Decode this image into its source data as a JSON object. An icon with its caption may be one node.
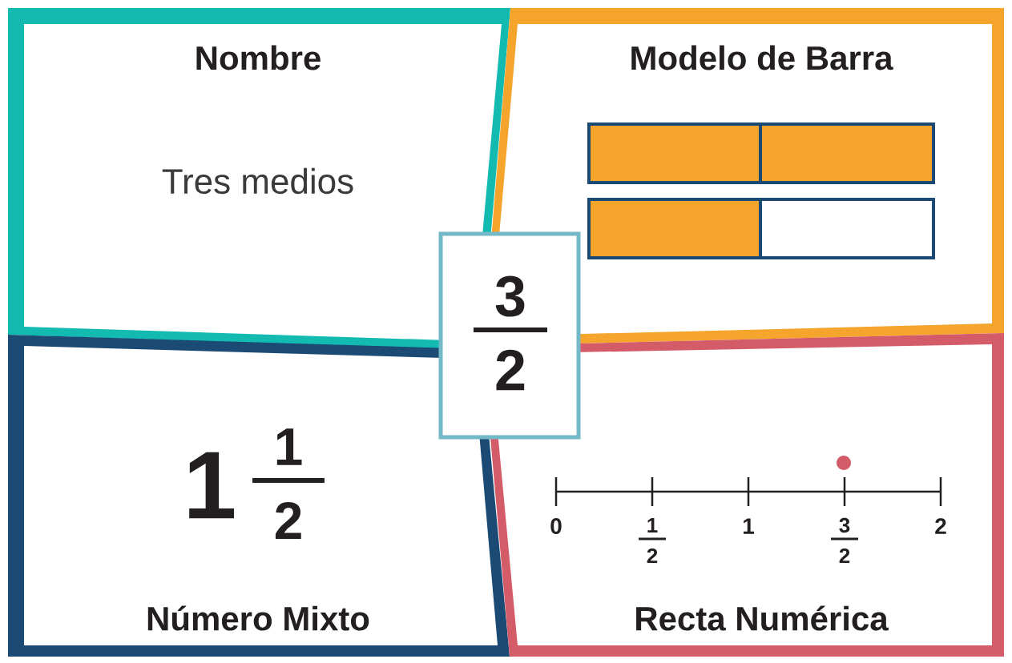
{
  "diagram": {
    "nodes": [
      {
        "text": [
          "Nombre",
          "Tres medios"
        ]
      },
      {
        "text": [
          "Modelo de Barra"
        ]
      },
      {
        "text": [
          "3",
          "2"
        ]
      },
      {
        "text": [
          "1",
          "1",
          "2",
          "Número Mixto"
        ]
      },
      {
        "text": [
          "Recta Numérica"
        ]
      }
    ],
    "labels": [
      "0",
      "1",
      "2",
      "1",
      "3",
      "2",
      "2"
    ]
  }
}
